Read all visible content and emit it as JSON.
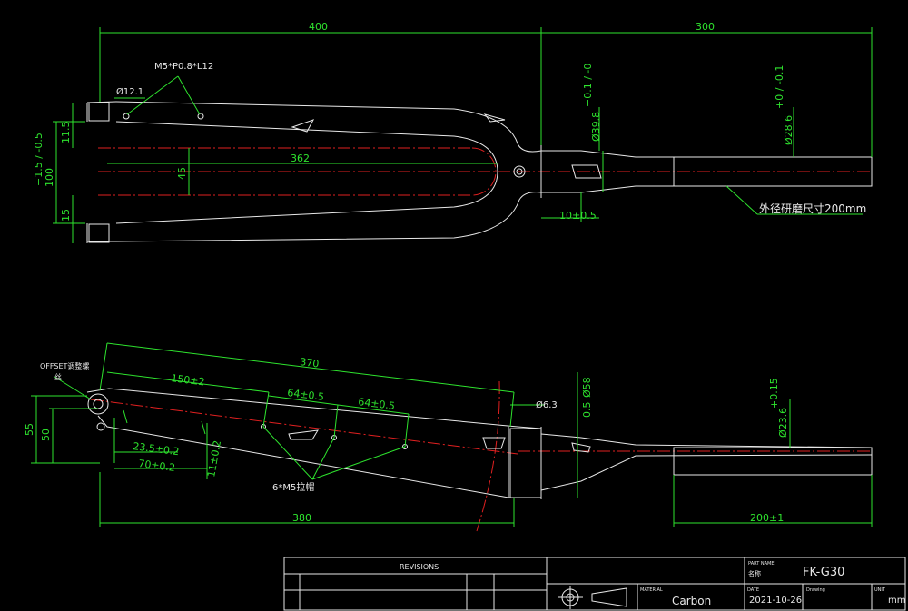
{
  "top_view": {
    "dims": {
      "d400": "400",
      "d300": "300",
      "phi12": "Ø12.1",
      "m5": "M5*P0.8*L12",
      "d362": "362",
      "d45": "45",
      "d11_5": "11.5",
      "d100": "100",
      "d100_tol": "+1.5 / -0.5",
      "d15": "15",
      "phi39": "Ø39.8",
      "phi39_tol": "+0.1 / -0",
      "phi28": "Ø28.6",
      "phi28_tol": "+0 / -0.1",
      "d10": "10±0.5",
      "note": "外径研磨尺寸200mm"
    }
  },
  "side_view": {
    "dims": {
      "offset": "OFFSET调整螺",
      "offset2": "丝",
      "d370": "370",
      "d150": "150±2",
      "d64a": "64±0.5",
      "d64b": "64±0.5",
      "phi6": "Ø6.3",
      "phi58": "Ø58",
      "phi58_tol": "0.5",
      "phi23": "Ø23.6",
      "phi23_tol": "+0.15",
      "d55": "55",
      "d50": "50",
      "d23": "23.5±0.2",
      "d70": "70±0.2",
      "d11": "11±0.2",
      "m5nut": "6*M5拉帽",
      "d380": "380",
      "d200": "200±1"
    }
  },
  "title_block": {
    "revisions": "REVISIONS",
    "part_name_label": "PART NAME",
    "part_name_sub": "名称",
    "part_name": "FK-G30",
    "material_label": "MATERIAL",
    "material": "Carbon",
    "date_label": "DATE",
    "date": "2021-10-26",
    "drawing_label": "Drawing",
    "unit_label": "UNIT",
    "unit": "mm"
  },
  "colors": {
    "outline": "#e8e8e8",
    "dimension": "#2ee32e",
    "centerline": "#e02020",
    "background": "#000000"
  }
}
